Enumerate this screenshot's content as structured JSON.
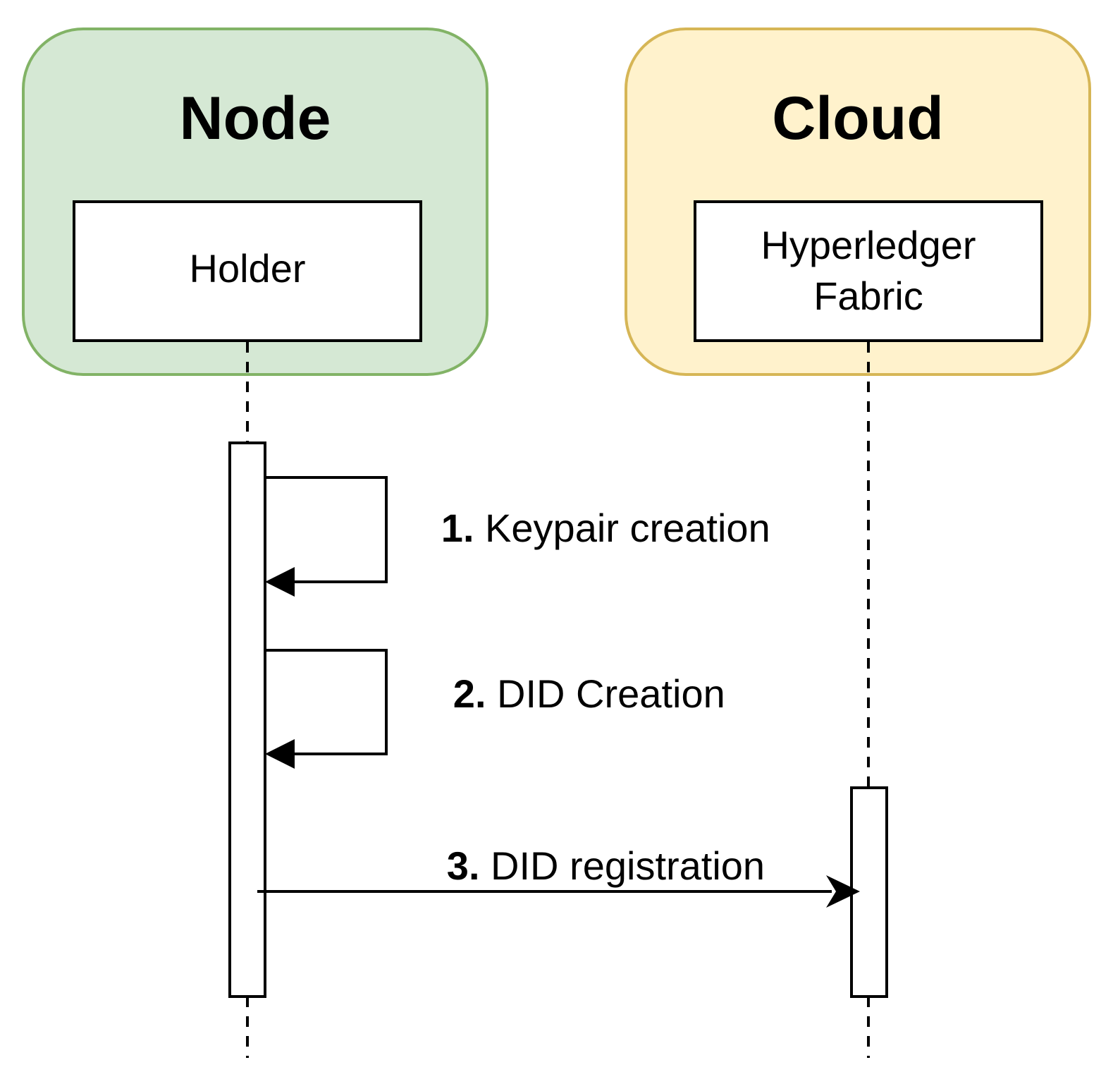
{
  "colors": {
    "node_fill": "#d5e8d4",
    "node_stroke": "#82b366",
    "cloud_fill": "#fff2cc",
    "cloud_stroke": "#d6b656",
    "line": "#000000",
    "box_fill": "#ffffff"
  },
  "groups": {
    "node": {
      "title": "Node"
    },
    "cloud": {
      "title": "Cloud"
    }
  },
  "participants": {
    "holder": {
      "label": "Holder"
    },
    "fabric": {
      "line1": "Hyperledger",
      "line2": "Fabric"
    }
  },
  "messages": [
    {
      "number": "1.",
      "text": " Keypair creation",
      "type": "self"
    },
    {
      "number": "2.",
      "text": " DID Creation",
      "type": "self"
    },
    {
      "number": "3.",
      "text": " DID registration",
      "type": "call"
    }
  ]
}
